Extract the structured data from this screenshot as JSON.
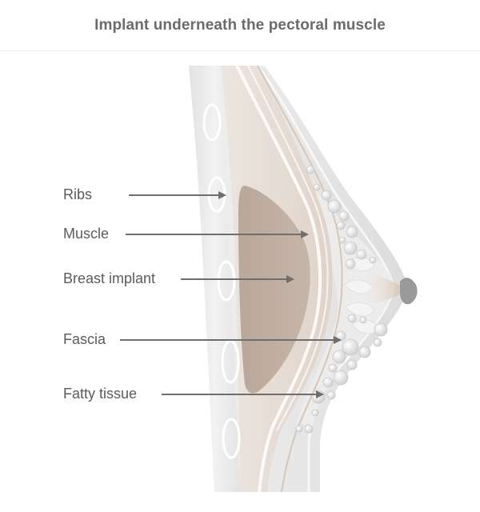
{
  "title": "Implant underneath the pectoral muscle",
  "labels": [
    {
      "key": "ribs",
      "text": "Ribs"
    },
    {
      "key": "muscle",
      "text": "Muscle"
    },
    {
      "key": "implant",
      "text": "Breast implant"
    },
    {
      "key": "fascia",
      "text": "Fascia"
    },
    {
      "key": "fat",
      "text": "Fatty tissue"
    }
  ],
  "colors": {
    "title": "#6b6b6b",
    "label": "#5b5b5b",
    "arrow": "#6e6e6e",
    "tissue_outer": "#e6e6e6",
    "tissue_mid": "#d9d9d9",
    "muscle": "#e8dfd7",
    "implant": "#bfada0",
    "nipple": "#9a9a9a"
  }
}
